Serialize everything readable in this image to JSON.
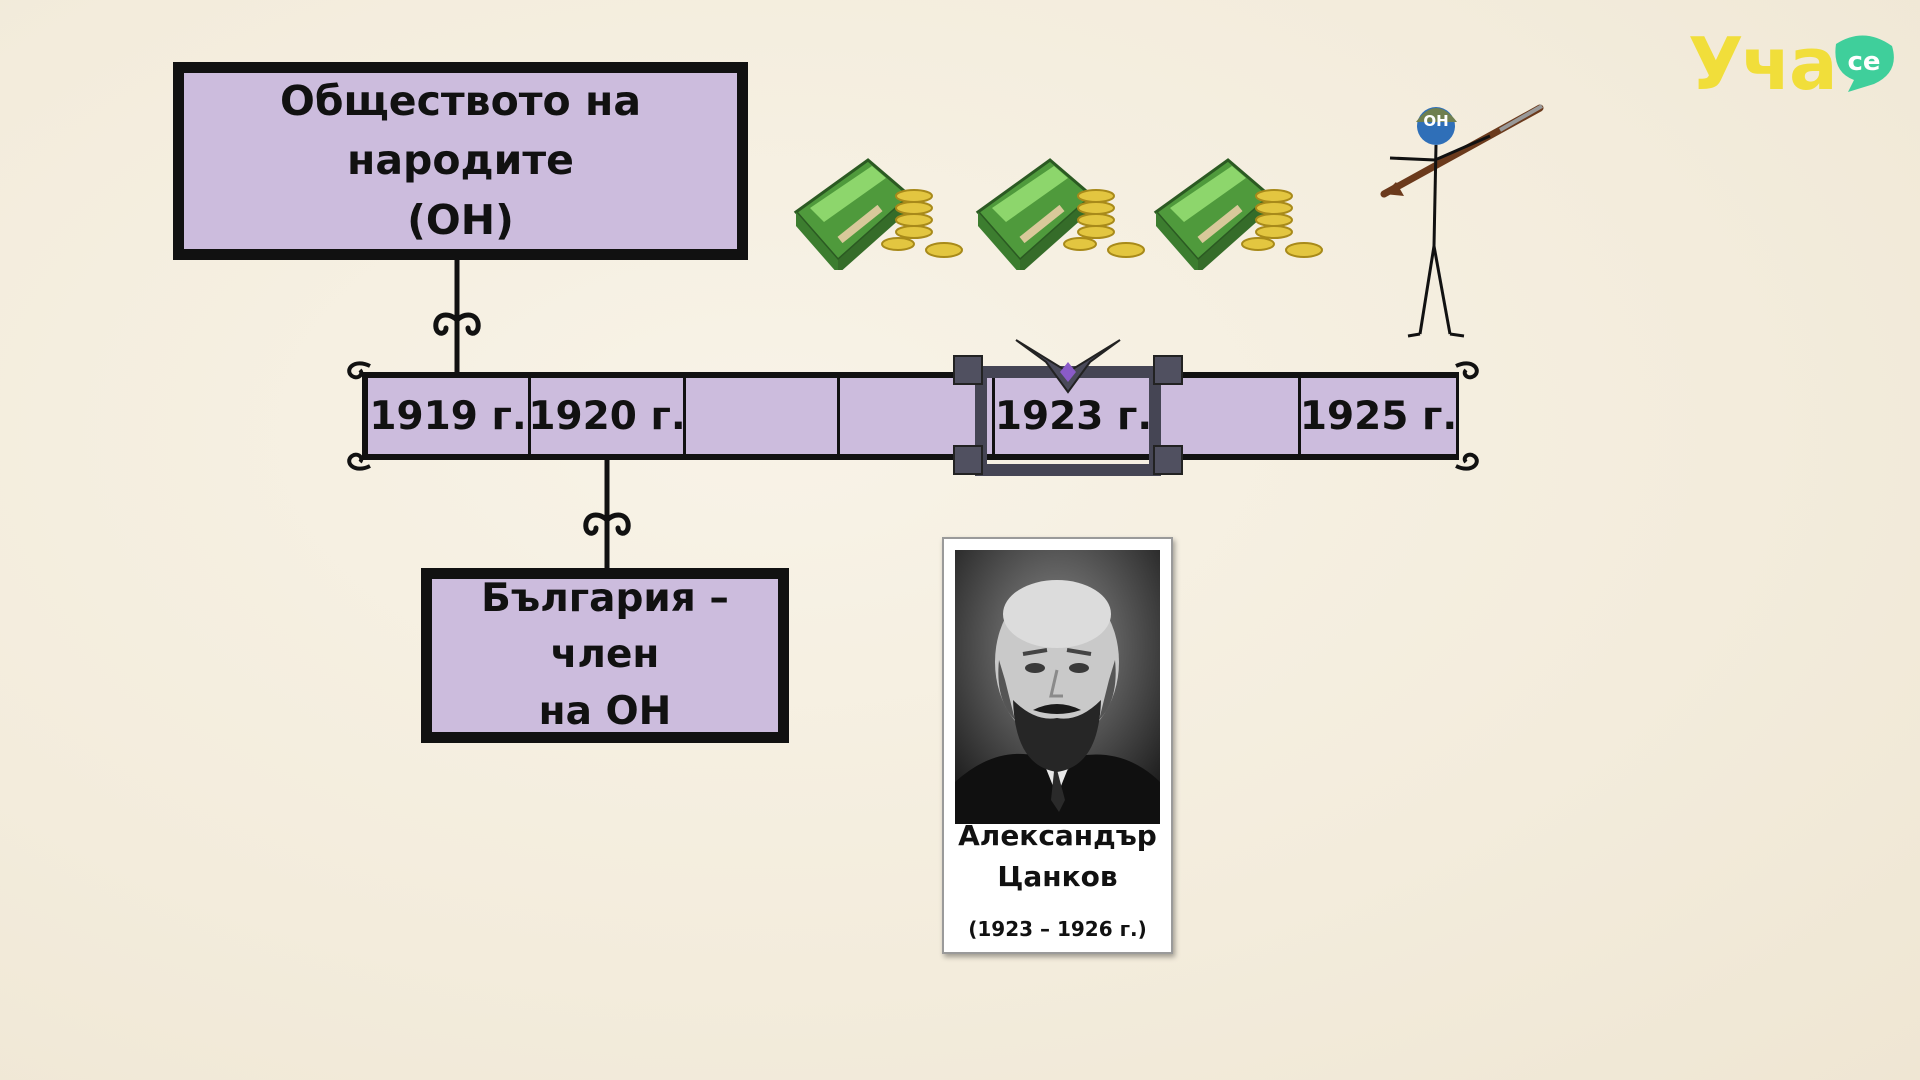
{
  "logo": {
    "main": "Уча",
    "badge": "се"
  },
  "league_box": {
    "line1": "Обществото на народите",
    "line2": "(ОН)"
  },
  "bulgaria_box": {
    "line1": "България – член",
    "line2": "на ОН"
  },
  "timeline": {
    "cells": [
      "1919 г.",
      "1920 г.",
      "",
      "",
      "1923 г.",
      "",
      "1925 г."
    ]
  },
  "soldier": {
    "helmet_label": "ОН"
  },
  "portrait": {
    "name_line1": "Александър",
    "name_line2": "Цанков",
    "years": "(1923 – 1926 г.)"
  },
  "icons": [
    "money-stack-icon",
    "money-stack-icon",
    "money-stack-icon",
    "soldier-with-rifle-icon",
    "hook-connector-icon"
  ],
  "colors": {
    "box_fill": "#ccbcdd",
    "outline": "#111111",
    "logo_yellow": "#f1de3a",
    "logo_green": "#3fcf9b"
  }
}
